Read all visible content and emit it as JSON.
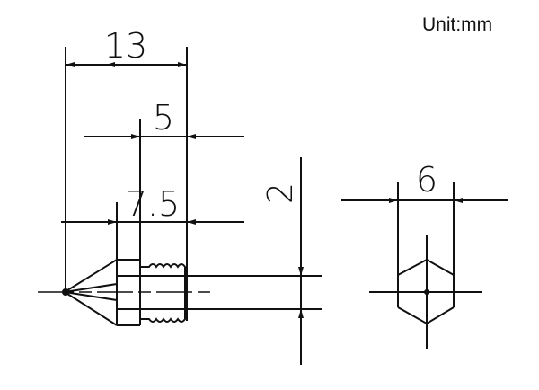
{
  "unit_label": "Unit:mm",
  "dimensions": {
    "overall_length": "13",
    "thread_length": "5",
    "body_length": "7.5",
    "bore_diameter": "2",
    "hex_width": "6"
  },
  "colors": {
    "line": "#111111",
    "background": "#ffffff"
  }
}
